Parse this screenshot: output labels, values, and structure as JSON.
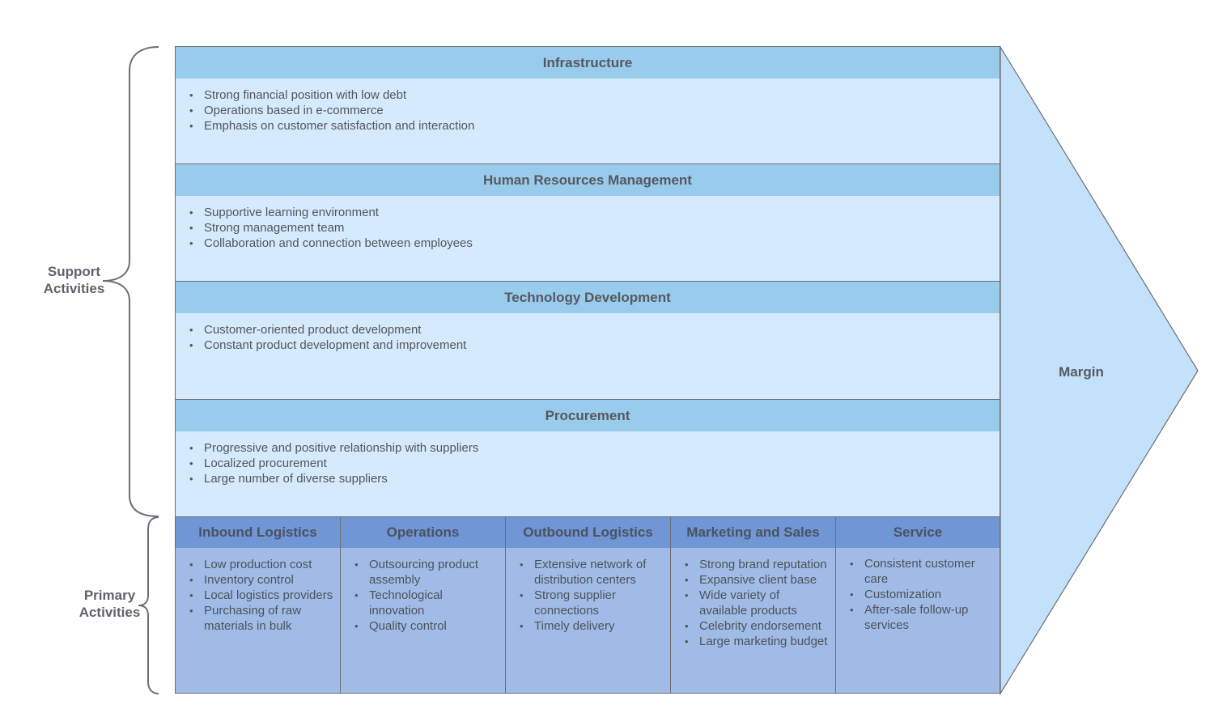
{
  "side_labels": {
    "support": [
      "Support",
      "Activities"
    ],
    "primary": [
      "Primary",
      "Activities"
    ]
  },
  "margin": {
    "label": "Margin"
  },
  "support_activities": [
    {
      "title": "Infrastructure",
      "items": [
        "Strong financial position with low debt",
        "Operations based in e-commerce",
        "Emphasis on customer satisfaction and interaction"
      ]
    },
    {
      "title": "Human Resources Management",
      "items": [
        "Supportive learning environment",
        "Strong management team",
        "Collaboration and connection between employees"
      ]
    },
    {
      "title": "Technology Development",
      "items": [
        "Customer-oriented product development",
        "Constant product development and improvement"
      ]
    },
    {
      "title": "Procurement",
      "items": [
        "Progressive and positive relationship with suppliers",
        "Localized procurement",
        "Large number of diverse suppliers"
      ]
    }
  ],
  "primary_activities": [
    {
      "title": "Inbound Logistics",
      "items": [
        "Low production cost",
        "Inventory control",
        "Local logistics providers",
        "Purchasing of raw materials in bulk"
      ]
    },
    {
      "title": "Operations",
      "items": [
        "Outsourcing product assembly",
        "Technological innovation",
        "Quality control"
      ]
    },
    {
      "title": "Outbound Logistics",
      "items": [
        "Extensive network of distribution centers",
        "Strong supplier connections",
        "Timely delivery"
      ]
    },
    {
      "title": "Marketing and Sales",
      "items": [
        "Strong brand reputation",
        "Expansive client base",
        "Wide variety of available products",
        "Celebrity endorsement",
        "Large marketing budget"
      ]
    },
    {
      "title": "Service",
      "items": [
        "Consistent customer care",
        "Customization",
        "After-sale follow-up services"
      ]
    }
  ],
  "colors": {
    "support_header": "#99cbec",
    "support_body": "#d5eafc",
    "primary_header": "#7096d6",
    "primary_body": "#a0bce6",
    "margin_fill": "#c3e1fb",
    "outline": "#6b6f75"
  }
}
